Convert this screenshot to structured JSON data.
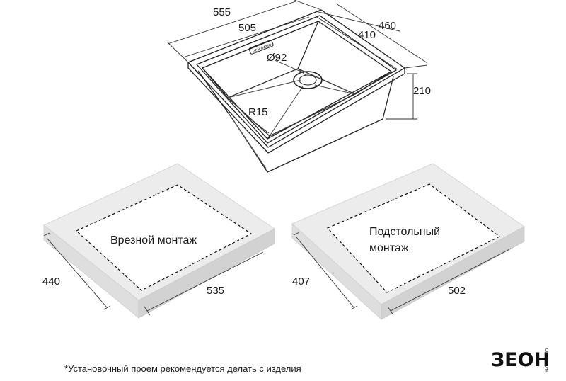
{
  "sink": {
    "dims": {
      "overall_length": "555",
      "inner_length": "505",
      "overall_width": "460",
      "inner_width": "410",
      "drain_diameter": "Ø92",
      "depth": "210",
      "corner_radius": "R15"
    },
    "badge": "ZEN DAMO"
  },
  "mount_flush": {
    "label": "Врезной монтаж",
    "width": "440",
    "length": "535"
  },
  "mount_under": {
    "label_line1": "Подстольный",
    "label_line2": "монтаж",
    "width": "407",
    "length": "502"
  },
  "footnote": "*Установочный проем рекомендуется делать с изделия",
  "brand": {
    "logo": "ЗЕОН",
    "tagline": "ООО «ЗЕОН»"
  }
}
